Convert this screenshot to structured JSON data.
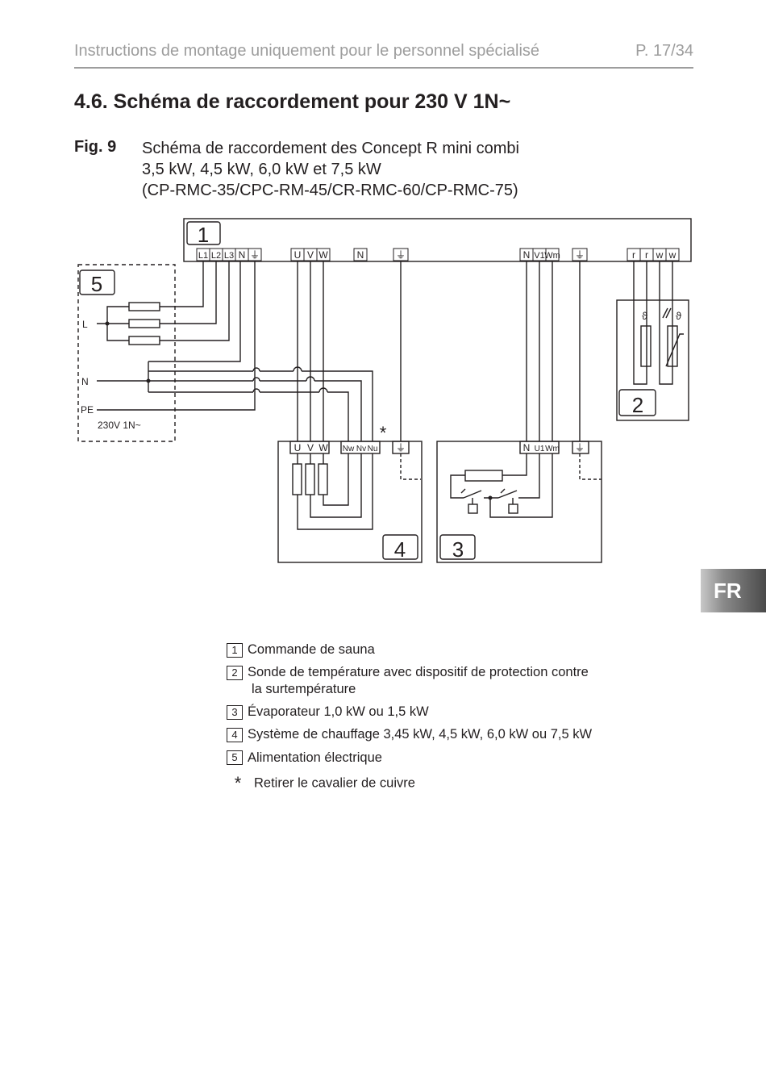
{
  "header": {
    "title": "Instructions de montage uniquement pour le personnel spécialisé",
    "page": "P. 17/34"
  },
  "section": {
    "title": "4.6.  Schéma de raccordement pour 230 V 1N~"
  },
  "figure": {
    "label": "Fig. 9",
    "caption_lines": [
      "Schéma de raccordement des Concept R mini combi",
      "3,5 kW, 4,5 kW, 6,0 kW et 7,5 kW",
      "(CP-RMC-35/CPC-RM-45/CR-RMC-60/CP-RMC-75)"
    ]
  },
  "diagram": {
    "box_numbers": [
      "1",
      "2",
      "3",
      "4",
      "5"
    ],
    "control_terminals_supply": [
      "L1",
      "L2",
      "L3",
      "N",
      "⏚"
    ],
    "control_terminals_heater": [
      "U",
      "V",
      "W"
    ],
    "control_terminal_n": "N",
    "control_terminal_pe": "⏚",
    "control_terminals_evap": [
      "N",
      "V1",
      "Wm"
    ],
    "control_terminal_pe2": "⏚",
    "control_terminals_sensor": [
      "r",
      "r",
      "w",
      "w"
    ],
    "supply_labels": {
      "l": "L",
      "n": "N",
      "pe": "PE",
      "voltage": "230V 1N~"
    },
    "heater_terminals": [
      "U",
      "V",
      "W",
      "Nw",
      "Nv",
      "Nu"
    ],
    "heater_pe": "⏚",
    "evap_terminals": [
      "N",
      "U1",
      "Wm"
    ],
    "evap_pe": "⏚",
    "star": "*",
    "theta": "ϑ"
  },
  "language_tab": "FR",
  "legend": {
    "items": [
      {
        "num": "1",
        "text": "Commande de sauna"
      },
      {
        "num": "2",
        "text": "Sonde de température avec dispositif de protection contre",
        "text2": "la surtempérature"
      },
      {
        "num": "3",
        "text": "Évaporateur 1,0 kW ou 1,5 kW"
      },
      {
        "num": "4",
        "text": "Système de chauffage 3,45 kW, 4,5 kW, 6,0 kW ou 7,5 kW"
      },
      {
        "num": "5",
        "text": "Alimentation électrique"
      }
    ],
    "star": {
      "symbol": "*",
      "text": "Retirer le cavalier de cuivre"
    }
  }
}
